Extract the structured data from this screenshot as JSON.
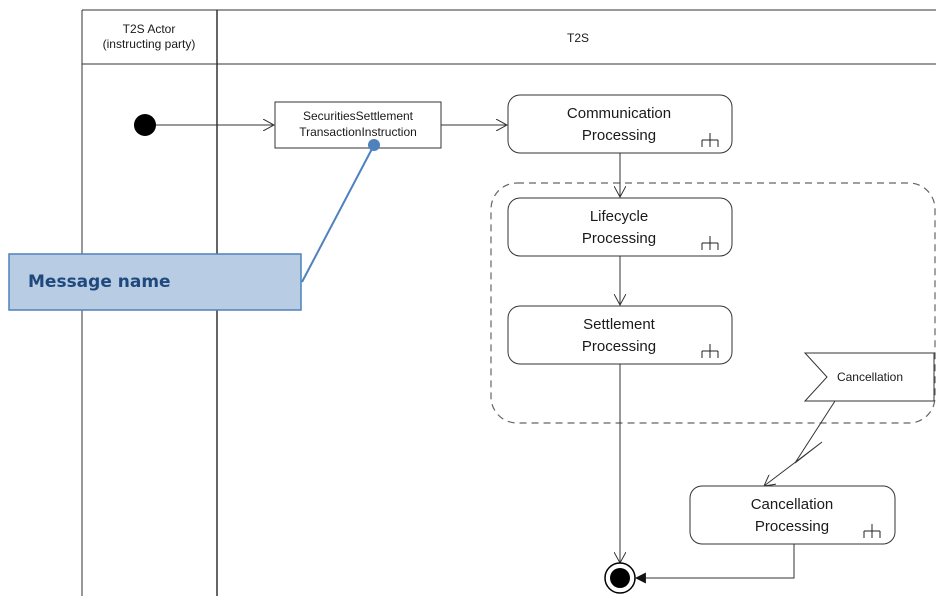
{
  "swimlanes": {
    "actor_title_line1": "T2S Actor",
    "actor_title_line2": "(instructing party)",
    "t2s_title": "T2S"
  },
  "message": {
    "line1": "SecuritiesSettlement",
    "line2": "TransactionInstruction"
  },
  "activities": {
    "communication": {
      "line1": "Communication",
      "line2": "Processing"
    },
    "lifecycle": {
      "line1": "Lifecycle",
      "line2": "Processing"
    },
    "settlement": {
      "line1": "Settlement",
      "line2": "Processing"
    },
    "cancellation": {
      "line1": "Cancellation",
      "line2": "Processing"
    }
  },
  "signal": {
    "label": "Cancellation"
  },
  "callout": {
    "label": "Message name"
  },
  "colors": {
    "callout_fill": "#b8cce4",
    "callout_border": "#4f81bd",
    "callout_text": "#1f497d",
    "connector": "#4f81bd",
    "line": "#333333"
  },
  "icons": {
    "subactivity": "rake-icon",
    "start": "initial-node-icon",
    "end": "final-node-icon"
  }
}
